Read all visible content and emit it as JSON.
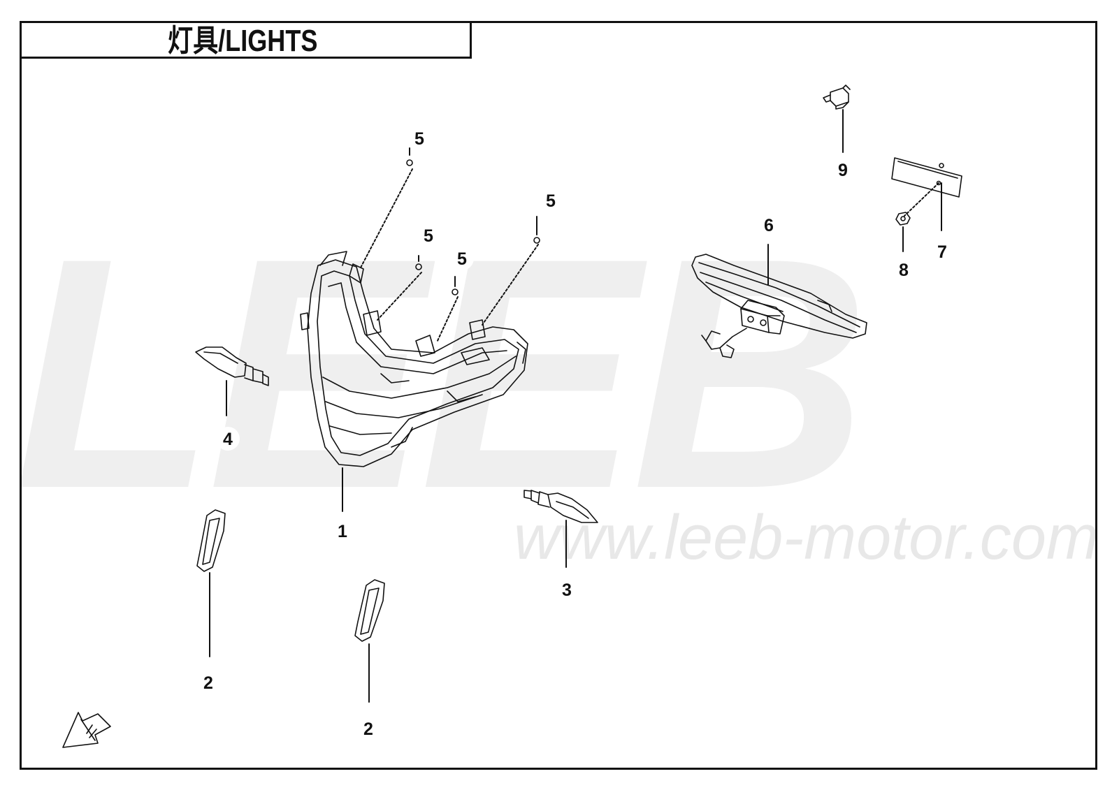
{
  "title": "灯具/LIGHTS",
  "watermark": {
    "logo": "LEEB",
    "url": "www.leeb-motor.com"
  },
  "callouts": [
    {
      "id": "c1",
      "label": "1"
    },
    {
      "id": "c2a",
      "label": "2"
    },
    {
      "id": "c2b",
      "label": "2"
    },
    {
      "id": "c3",
      "label": "3"
    },
    {
      "id": "c4",
      "label": "4"
    },
    {
      "id": "c5a",
      "label": "5"
    },
    {
      "id": "c5b",
      "label": "5"
    },
    {
      "id": "c5c",
      "label": "5"
    },
    {
      "id": "c5d",
      "label": "5"
    },
    {
      "id": "c6",
      "label": "6"
    },
    {
      "id": "c7",
      "label": "7"
    },
    {
      "id": "c8",
      "label": "8"
    },
    {
      "id": "c9",
      "label": "9"
    }
  ],
  "fwd_icon": "fwd-arrow-icon",
  "colors": {
    "line": "#111111",
    "watermark": "#eeeeee"
  }
}
